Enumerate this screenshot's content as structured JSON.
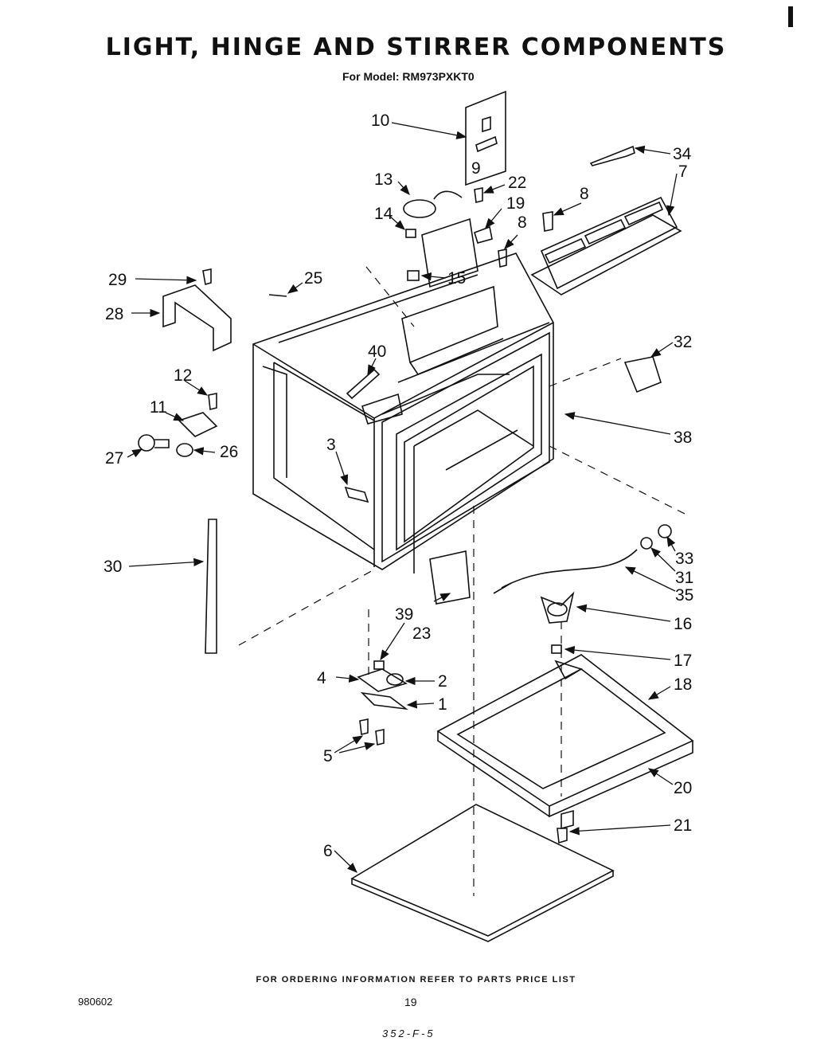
{
  "header": {
    "title": "LIGHT, HINGE AND STIRRER COMPONENTS",
    "model": "For Model: RM973PXKT0"
  },
  "footer": {
    "note": "FOR ORDERING INFORMATION REFER TO PARTS PRICE LIST",
    "doc_code": "980602",
    "page_number": "19",
    "ref_code": "352-F-5"
  },
  "callouts": {
    "c1": "1",
    "c2": "2",
    "c3": "3",
    "c4": "4",
    "c5": "5",
    "c6": "6",
    "c7": "7",
    "c8a": "8",
    "c8b": "8",
    "c9": "9",
    "c10": "10",
    "c11": "11",
    "c12": "12",
    "c13": "13",
    "c14": "14",
    "c15": "15",
    "c16": "16",
    "c17": "17",
    "c18": "18",
    "c19": "19",
    "c20": "20",
    "c21": "21",
    "c22": "22",
    "c23": "23",
    "c25": "25",
    "c26": "26",
    "c27": "27",
    "c28": "28",
    "c29": "29",
    "c30": "30",
    "c31": "31",
    "c32": "32",
    "c33": "33",
    "c34": "34",
    "c35": "35",
    "c38": "38",
    "c39": "39",
    "c40": "40"
  }
}
